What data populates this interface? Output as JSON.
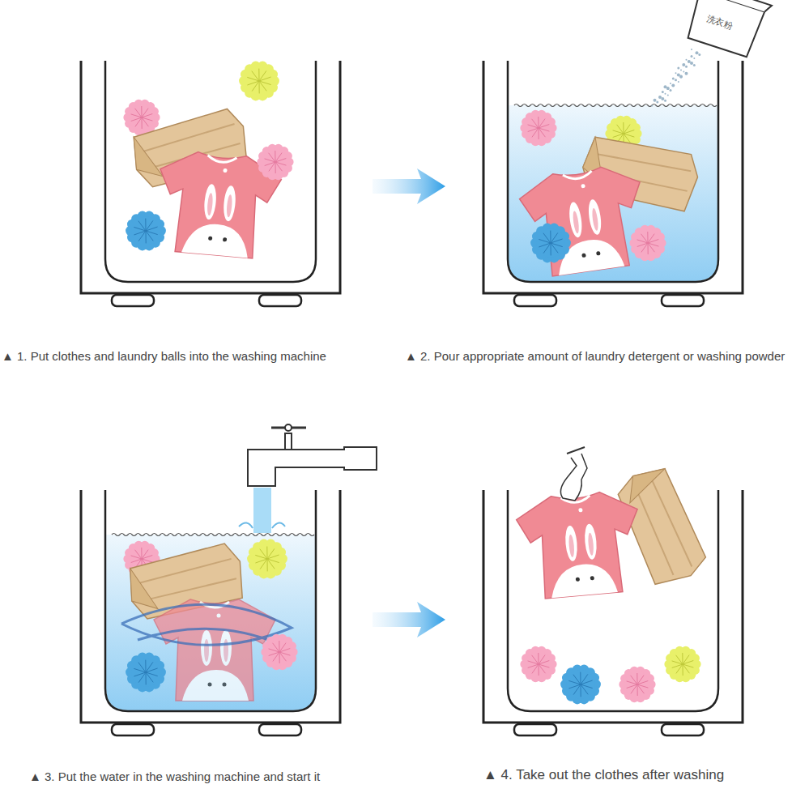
{
  "diagram": {
    "labels": [
      "洗衣粉",
      "▲ 1. Put clothes and laundry balls into the washing machine",
      "▲ 2. Pour appropriate amount of laundry detergent or washing powder",
      "▲ 3. Put the water in the washing machine and start it",
      "▲ 4. Take out the clothes after washing"
    ]
  }
}
